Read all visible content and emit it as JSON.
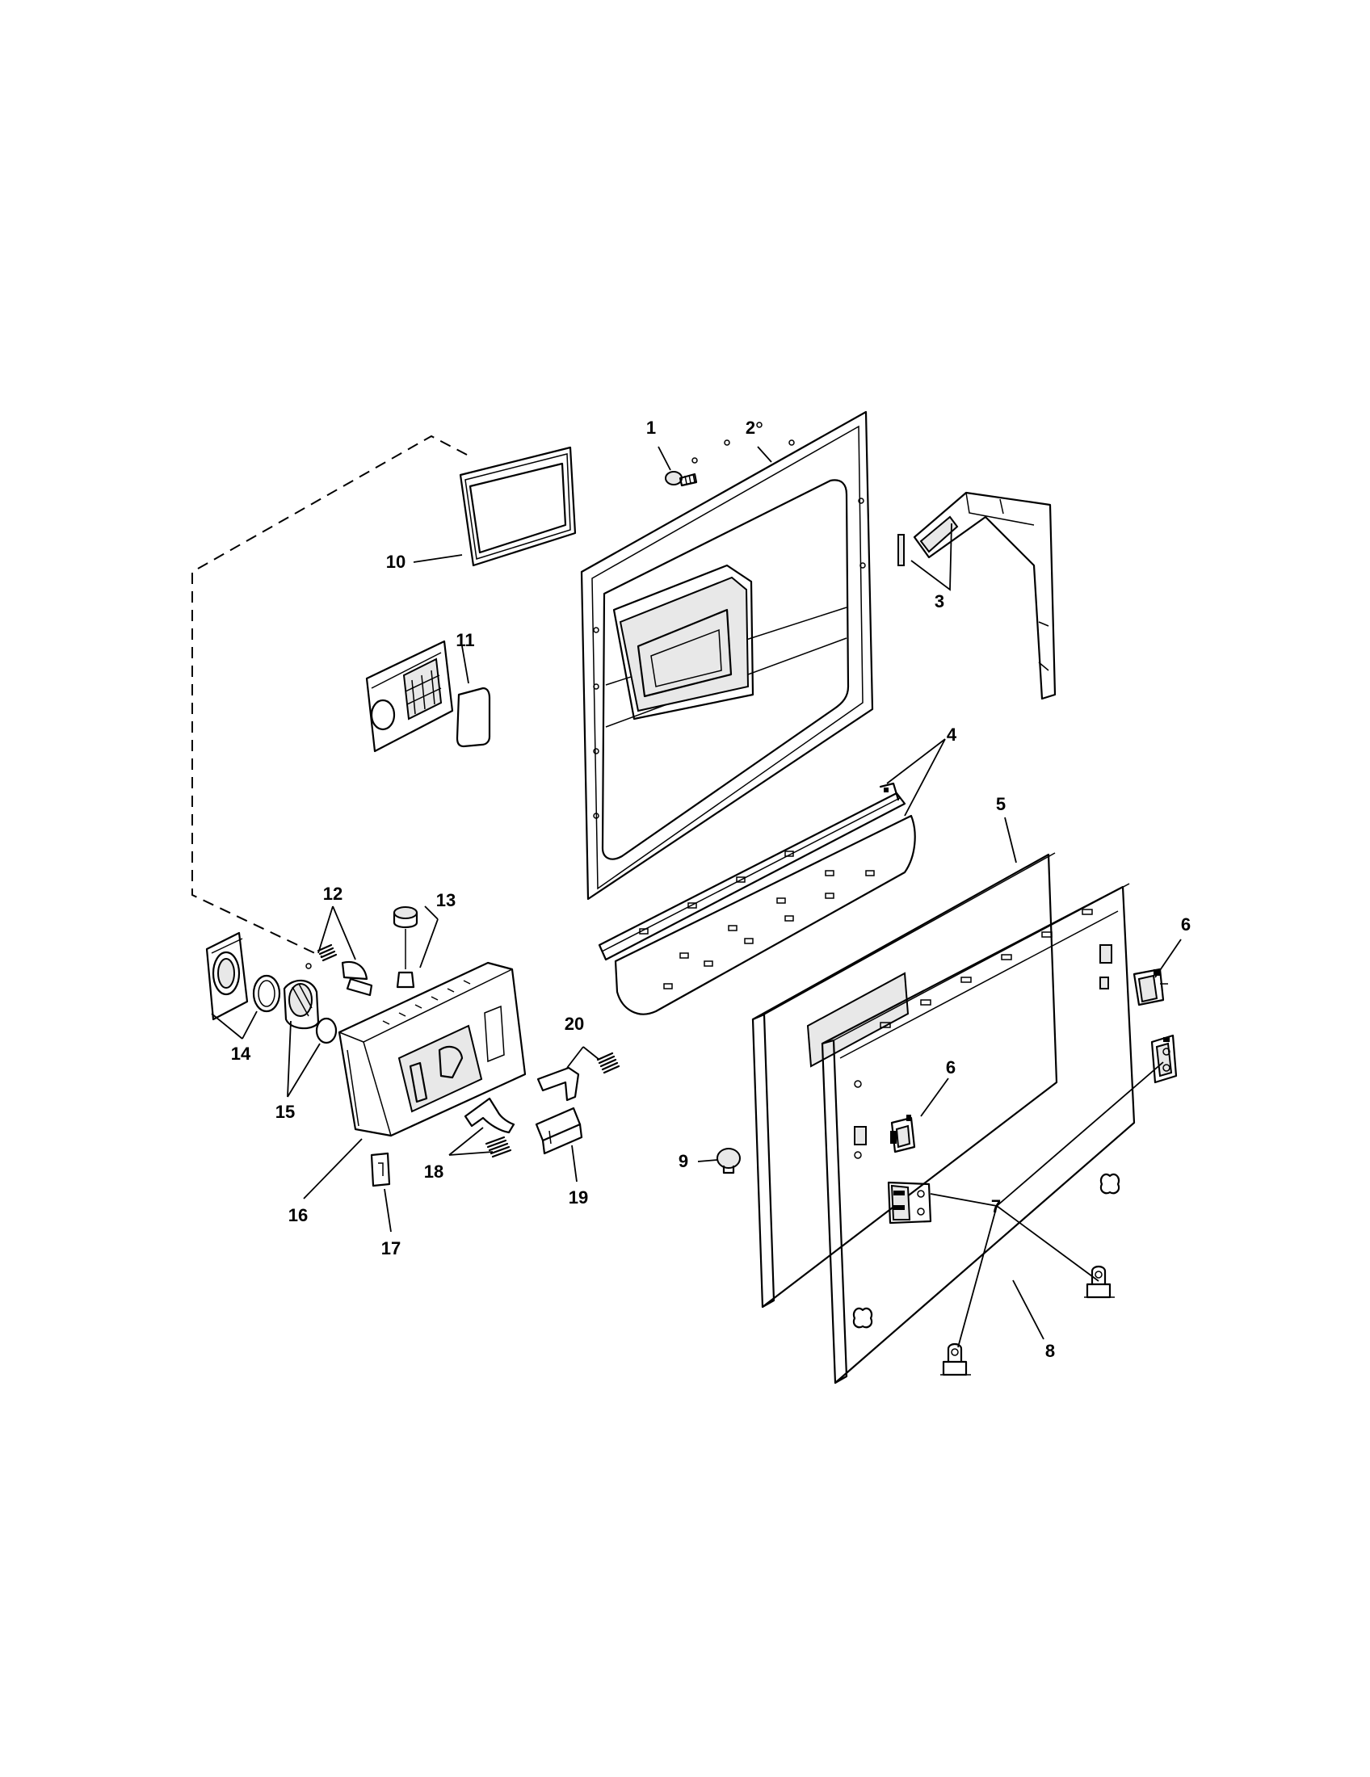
{
  "diagram": {
    "callouts": [
      "1",
      "2",
      "3",
      "4",
      "5",
      "6",
      "6",
      "7",
      "8",
      "9",
      "10",
      "11",
      "12",
      "13",
      "14",
      "15",
      "16",
      "17",
      "18",
      "19",
      "20"
    ]
  }
}
